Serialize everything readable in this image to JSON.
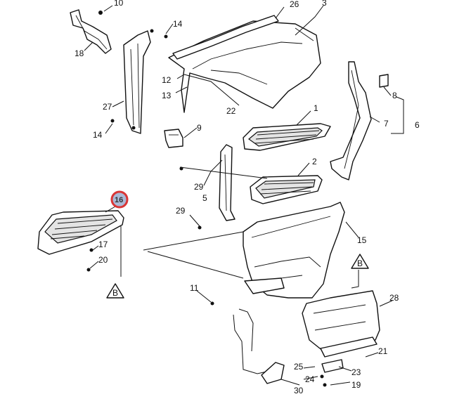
{
  "diagram": {
    "highlight_color": "#d93636",
    "highlight_fill": "#aab9d6",
    "callouts": {
      "c1": "1",
      "c2": "2",
      "c3": "3",
      "c5": "5",
      "c6": "6",
      "c7": "7",
      "c8": "8",
      "c9": "9",
      "c10": "10",
      "c11": "11",
      "c12": "12",
      "c13": "13",
      "c14a": "14",
      "c14b": "14",
      "c15": "15",
      "c16": "16",
      "c17": "17",
      "c18": "18",
      "c19": "19",
      "c20": "20",
      "c21": "21",
      "c22": "22",
      "c23": "23",
      "c24": "24",
      "c25": "25",
      "c26": "26",
      "c27": "27",
      "c28": "28",
      "c29a": "29",
      "c29b": "29",
      "c30": "30"
    },
    "view_markers": {
      "b_left": "B",
      "b_right": "B"
    }
  }
}
